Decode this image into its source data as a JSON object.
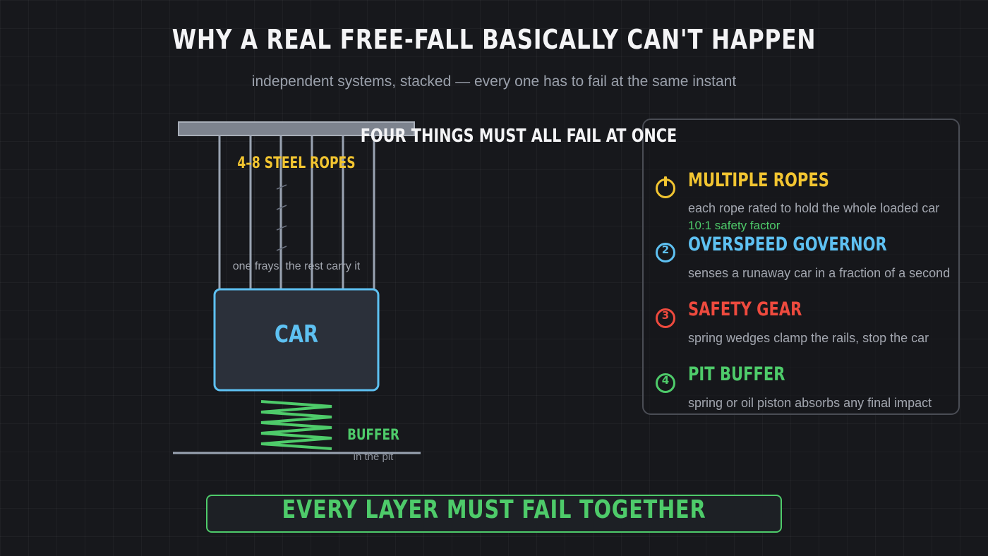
{
  "title": "WHY A REAL FREE-FALL BASICALLY CAN'T HAPPEN",
  "subtitle": "independent systems, stacked — every one has to fail at the same instant",
  "diagram": {
    "ropes_label": "4–8 STEEL ROPES",
    "fray_note": "one frays, the rest carry it",
    "car_label": "CAR",
    "buffer_label": "BUFFER",
    "buffer_sub": "in the pit"
  },
  "panel": {
    "title": "FOUR THINGS MUST ALL FAIL AT ONCE",
    "items": [
      {
        "num": "1",
        "title": "MULTIPLE ROPES",
        "desc": "each rope rated to hold the whole loaded car",
        "note": "10:1 safety factor",
        "color": "#f2c531"
      },
      {
        "num": "2",
        "title": "OVERSPEED GOVERNOR",
        "desc": "senses a runaway car in a fraction of a second",
        "color": "#5ec1f2"
      },
      {
        "num": "3",
        "title": "SAFETY GEAR",
        "desc": "spring wedges clamp the rails, stop the car",
        "color": "#ee4a3e"
      },
      {
        "num": "4",
        "title": "PIT BUFFER",
        "desc": "spring or oil piston absorbs any final impact",
        "color": "#4ecb6a"
      }
    ]
  },
  "banner": "EVERY LAYER MUST FAIL TOGETHER",
  "colors": {
    "rope": "#9aa3b2",
    "car_border": "#5ec1f2",
    "spring": "#4ecb6a",
    "accent_yellow": "#f2c531"
  }
}
